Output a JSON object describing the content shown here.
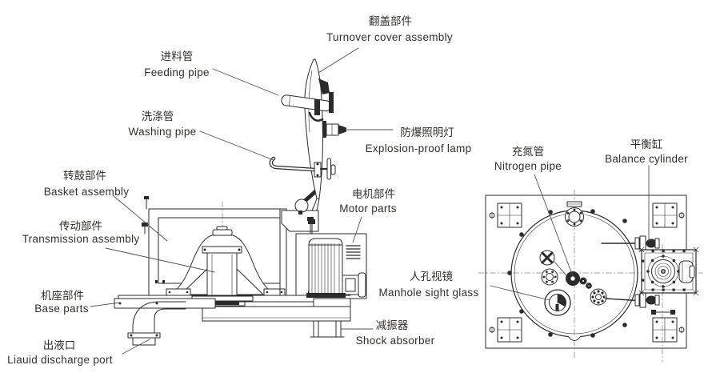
{
  "page": {
    "background": "#ffffff",
    "line_color": "#2b2b2b",
    "text_color": "#33302c"
  },
  "labels": {
    "turnover_cover": {
      "zh": "翻盖部件",
      "en": "Turnover cover assembly"
    },
    "feeding_pipe": {
      "zh": "进料管",
      "en": "Feeding pipe"
    },
    "washing_pipe": {
      "zh": "洗涤管",
      "en": "Washing pipe"
    },
    "explosion_lamp": {
      "zh": "防爆照明灯",
      "en": "Explosion-proof lamp"
    },
    "basket": {
      "zh": "转鼓部件",
      "en": "Basket assembly"
    },
    "transmission": {
      "zh": "传动部件",
      "en": "Transmission assembly"
    },
    "base": {
      "zh": "机座部件",
      "en": "Base parts"
    },
    "liquid_discharge": {
      "zh": "出液口",
      "en": "Liauid discharge port"
    },
    "motor": {
      "zh": "电机部件",
      "en": "Motor parts"
    },
    "shock_absorber": {
      "zh": "减振器",
      "en": "Shock absorber"
    },
    "nitrogen_pipe": {
      "zh": "充氮管",
      "en": "Nitrogen pipe"
    },
    "balance_cylinder": {
      "zh": "平衡缸",
      "en": "Balance cylinder"
    },
    "manhole": {
      "zh": "人孔视镜",
      "en": "Manhole sight glass"
    }
  }
}
